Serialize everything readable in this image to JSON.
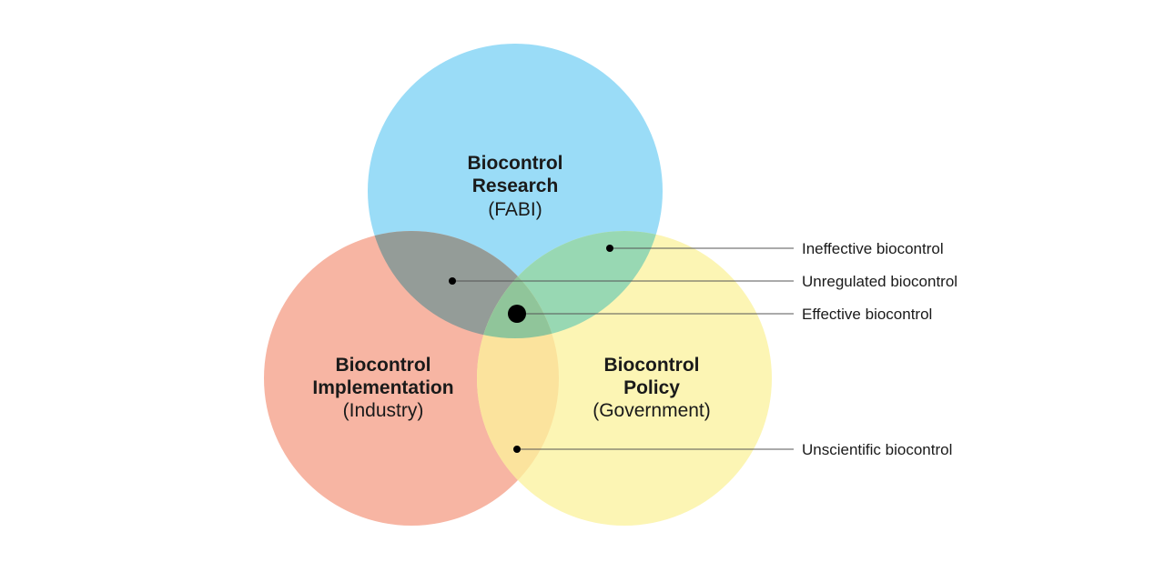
{
  "circles": {
    "research": {
      "title_line1": "Biocontrol",
      "title_line2": "Research",
      "subtitle": "(FABI)",
      "color": "#9adcf7"
    },
    "implementation": {
      "title_line1": "Biocontrol",
      "title_line2": "Implementation",
      "subtitle": "(Industry)",
      "color": "#f7b5a3"
    },
    "policy": {
      "title_line1": "Biocontrol",
      "title_line2": "Policy",
      "subtitle": "(Government)",
      "color": "#fcf5b4"
    }
  },
  "overlaps": {
    "research_implementation": "#949c98",
    "research_policy": "#98d8b3",
    "implementation_policy": "#fbe39d",
    "all_three": "#90c59a"
  },
  "callouts": [
    {
      "id": "ineffective",
      "label": "Ineffective biocontrol"
    },
    {
      "id": "unregulated",
      "label": "Unregulated biocontrol"
    },
    {
      "id": "effective",
      "label": "Effective biocontrol"
    },
    {
      "id": "unscientific",
      "label": "Unscientific biocontrol"
    }
  ]
}
